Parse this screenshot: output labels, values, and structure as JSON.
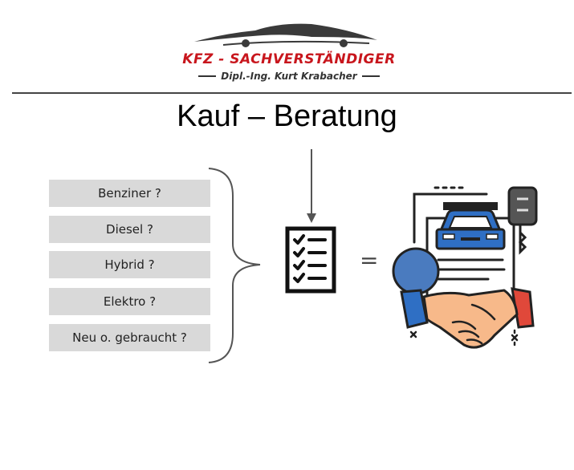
{
  "logo": {
    "title": "KFZ - SACHVERSTÄNDIGER",
    "subtitle": "Dipl.-Ing. Kurt Krabacher"
  },
  "page": {
    "title": "Kauf – Beratung"
  },
  "options": [
    "Benziner ?",
    "Diesel ?",
    "Hybrid ?",
    "Elektro ?",
    "Neu o. gebraucht ?"
  ],
  "operator": "=",
  "icons": [
    "car-silhouette-icon",
    "down-arrow-icon",
    "checklist-icon",
    "car-purchase-handshake-icon"
  ],
  "colors": {
    "brand_red": "#c8161d",
    "option_bg": "#d9d9d9",
    "car_blue": "#2f6fc4",
    "circle_blue": "#4a7bbf",
    "sleeve_red": "#e0483a",
    "hand_skin": "#f7b98a"
  }
}
